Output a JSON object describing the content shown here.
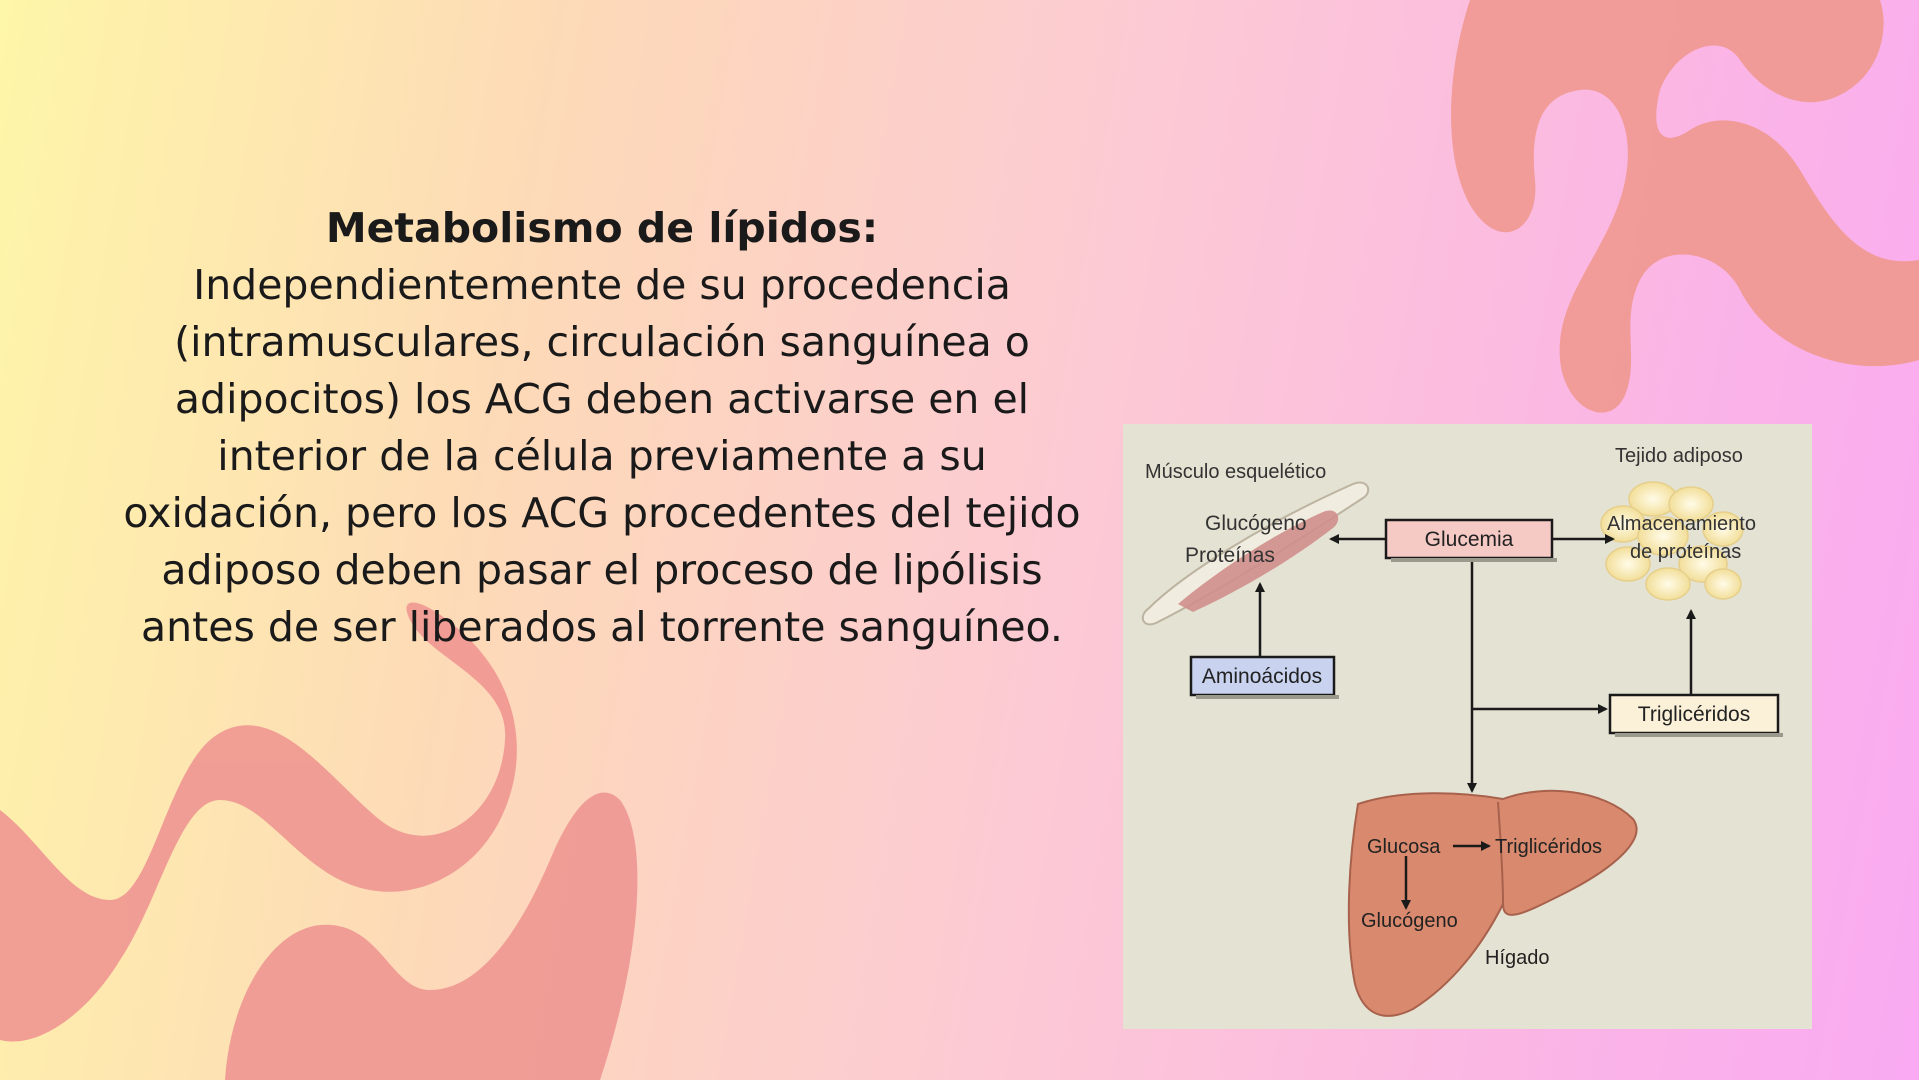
{
  "slide": {
    "lead": "Metabolismo de lípidos:",
    "body": " Independientemente de su procedencia (intramusculares, circulación sanguínea o adipocitos) los ACG deben activarse en el interior de la célula previamente a su oxidación, pero los ACG procedentes del tejido adiposo deben pasar el proceso de lipólisis antes de ser liberados al torrente sanguíneo."
  },
  "diagram": {
    "muscle_title": "Músculo esquelético",
    "muscle_glycogen": "Glucógeno",
    "muscle_proteins": "Proteínas",
    "glycemia": "Glucemia",
    "adipose_title": "Tejido adiposo",
    "storage_line1": "Almacenamiento",
    "storage_line2": "de proteínas",
    "amino_acids": "Aminoácidos",
    "triglycerides_box": "Triglicéridos",
    "liver_glucose": "Glucosa",
    "liver_triglycerides": "Triglicéridos",
    "liver_glycogen": "Glucógeno",
    "liver_title": "Hígado"
  },
  "colors": {
    "blob": "#f09a94",
    "diagram_bg": "#e4e2d2",
    "glycemia_box": "#f5c9c4",
    "amino_box": "#c9d3f0",
    "triglycerides_box": "#faf1d8",
    "liver": "#d98a6e",
    "muscle": "#cf8e8c",
    "fat": "#f7ecc8"
  }
}
